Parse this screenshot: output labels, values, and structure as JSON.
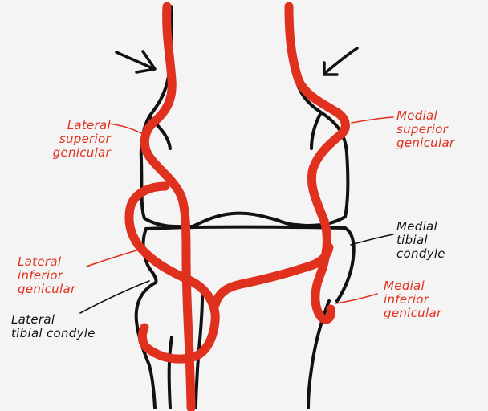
{
  "colors": {
    "background": "#f3f4f3",
    "artery": "#e0301e",
    "outline": "#111111"
  },
  "labels": {
    "lateral_superior_genicular": "Lateral\nsuperior\ngenicular",
    "medial_superior_genicular": "Medial\nsuperior\ngenicular",
    "medial_tibial_condyle": "Medial\ntibial\ncondyle",
    "lateral_inferior_genicular": "Lateral\ninferior\ngenicular",
    "medial_inferior_genicular": "Medial\ninferior\ngenicular",
    "lateral_tibial_condyle": "Lateral\ntibial condyle"
  }
}
